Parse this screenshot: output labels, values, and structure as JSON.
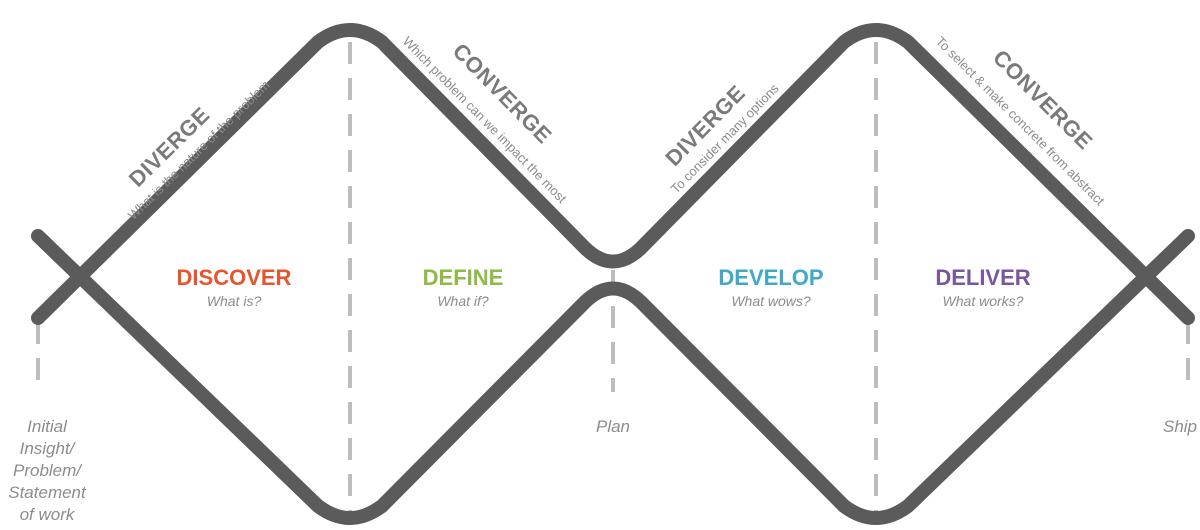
{
  "colors": {
    "stroke": "#5b5b5b",
    "dash": "#bdbdbd",
    "discover": "#e8542e",
    "define": "#8dbb45",
    "develop": "#3fa9c7",
    "deliver": "#7a56a0"
  },
  "annotations": {
    "diverge1": {
      "title": "DIVERGE",
      "sub": "What is the nature of the problem"
    },
    "converge1": {
      "title": "CONVERGE",
      "sub": "Which problem can we impact the most"
    },
    "diverge2": {
      "title": "DIVERGE",
      "sub": "To consider many options"
    },
    "converge2": {
      "title": "CONVERGE",
      "sub": "To select & make concrete from abstract"
    }
  },
  "phases": {
    "discover": {
      "title": "DISCOVER",
      "sub": "What is?"
    },
    "define": {
      "title": "DEFINE",
      "sub": "What if?"
    },
    "develop": {
      "title": "DEVELOP",
      "sub": "What wows?"
    },
    "deliver": {
      "title": "DELIVER",
      "sub": "What works?"
    }
  },
  "milestones": {
    "start": [
      "Initial",
      "Insight/",
      "Problem/",
      "Statement",
      "of work"
    ],
    "plan": "Plan",
    "ship": "Ship"
  }
}
